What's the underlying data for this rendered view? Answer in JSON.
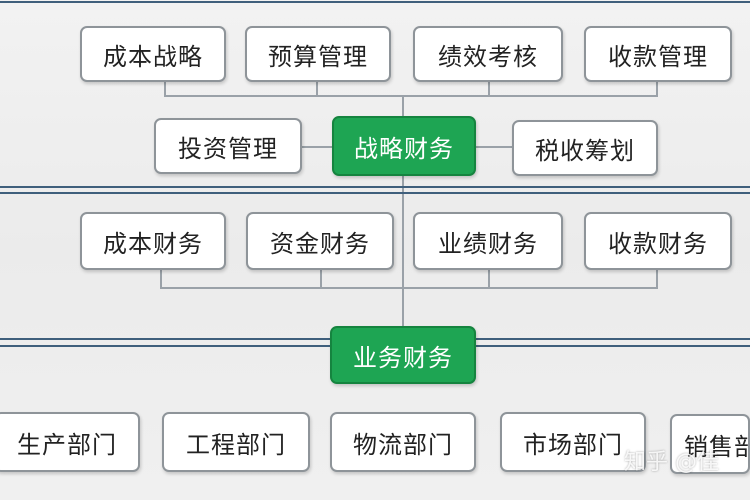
{
  "diagram": {
    "strategic_row": [
      "成本战略",
      "预算管理",
      "绩效考核",
      "收款管理"
    ],
    "strategic_side_left": "投资管理",
    "strategic_hub": "战略财务",
    "strategic_side_right": "税收筹划",
    "business_row": [
      "成本财务",
      "资金财务",
      "业绩财务",
      "收款财务"
    ],
    "business_hub": "业务财务",
    "department_row": [
      "生产部门",
      "工程部门",
      "物流部门",
      "市场部门",
      "销售部"
    ]
  },
  "colors": {
    "hub_fill": "#1ea553",
    "band_line": "#3f5f7c",
    "node_border": "#8e9499"
  },
  "watermark": "知乎 @佳"
}
